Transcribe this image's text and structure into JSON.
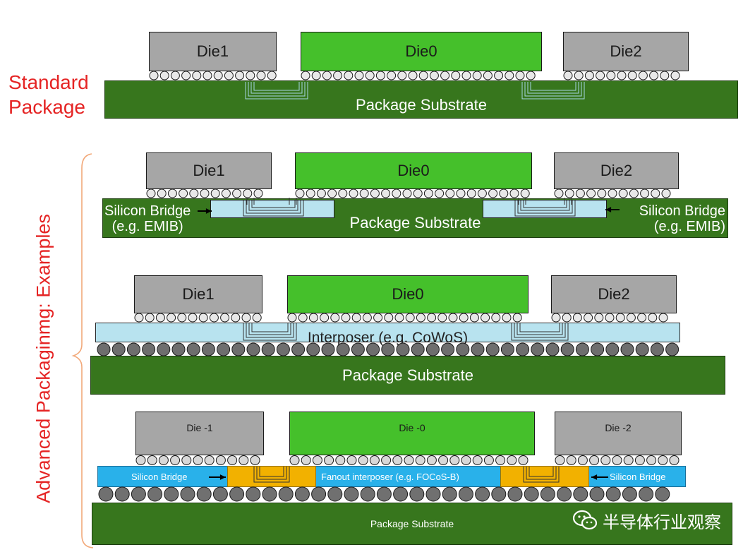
{
  "standard": {
    "label": "Standard\nPackage",
    "die1": "Die1",
    "die0": "Die0",
    "die2": "Die2",
    "substrate": "Package Substrate"
  },
  "advanced_label": "Advanced Packaginmg: Examples",
  "emib": {
    "die1": "Die1",
    "die0": "Die0",
    "die2": "Die2",
    "substrate": "Package Substrate",
    "bridge_left": "Silicon Bridge\n(e.g. EMIB)",
    "bridge_right": "Silicon Bridge\n(e.g. EMIB)"
  },
  "cowos": {
    "die1": "Die1",
    "die0": "Die0",
    "die2": "Die2",
    "interposer": "Interposer (e.g. CoWoS)",
    "substrate": "Package Substrate"
  },
  "focos": {
    "die1": "Die -1",
    "die0": "Die -0",
    "die2": "Die -2",
    "bridge_left": "Silicon Bridge",
    "fanout": "Fanout interposer (e.g. FOCoS-B)",
    "bridge_right": "Silicon Bridge",
    "substrate": "Package Substrate"
  },
  "watermark": "半导体行业观察",
  "colors": {
    "die_gray": "#a6a6a6",
    "die_green": "#45c02b",
    "substrate": "#37761d",
    "interposer": "#b8e3ef",
    "fanout": "#29b1ea",
    "bridge_orange": "#f2b100",
    "label_red": "#e52424"
  }
}
